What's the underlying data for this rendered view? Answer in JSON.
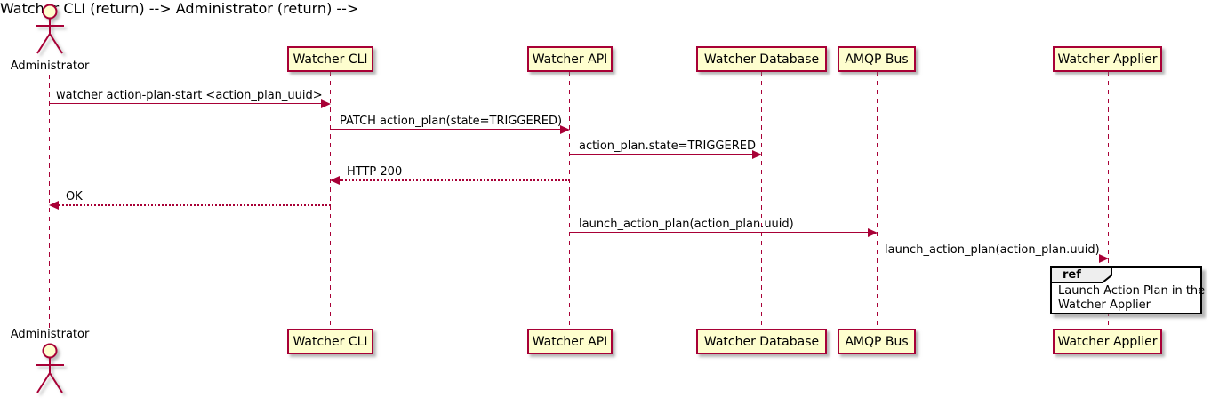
{
  "diagram_type": "sequence-diagram",
  "actor": {
    "name": "Administrator"
  },
  "participants": [
    {
      "name": "Watcher CLI"
    },
    {
      "name": "Watcher API"
    },
    {
      "name": "Watcher Database"
    },
    {
      "name": "AMQP Bus"
    },
    {
      "name": "Watcher Applier"
    }
  ],
  "messages": [
    {
      "from": "Administrator",
      "to": "Watcher CLI",
      "label": "watcher action-plan-start <action_plan_uuid>",
      "line": "solid",
      "direction": "right"
    },
    {
      "from": "Watcher CLI",
      "to": "Watcher API",
      "label": "PATCH action_plan(state=TRIGGERED)",
      "line": "solid",
      "direction": "right"
    },
    {
      "from": "Watcher API",
      "to": "Watcher Database",
      "label": "action_plan.state=TRIGGERED",
      "line": "solid",
      "direction": "right"
    },
    {
      "from": "Watcher API",
      "to": "Watcher CLI",
      "label": "HTTP 200",
      "line": "dotted",
      "direction": "left"
    },
    {
      "from": "Watcher CLI",
      "to": "Administrator",
      "label": "OK",
      "line": "dotted",
      "direction": "left"
    },
    {
      "from": "Watcher API",
      "to": "AMQP Bus",
      "label": "launch_action_plan(action_plan.uuid)",
      "line": "solid",
      "direction": "right"
    },
    {
      "from": "AMQP Bus",
      "to": "Watcher Applier",
      "label": "launch_action_plan(action_plan.uuid)",
      "line": "solid",
      "direction": "right"
    }
  ],
  "ref_fragment": {
    "keyword": "ref",
    "over": "Watcher Applier",
    "line1": "Launch Action Plan in the",
    "line2": "Watcher Applier"
  },
  "colors": {
    "stroke": "#A80036",
    "participant_fill": "#FEFECE",
    "ref_header_fill": "#EEEEEE",
    "ref_border": "#000000",
    "text": "#000000",
    "background": "#FFFFFF"
  }
}
